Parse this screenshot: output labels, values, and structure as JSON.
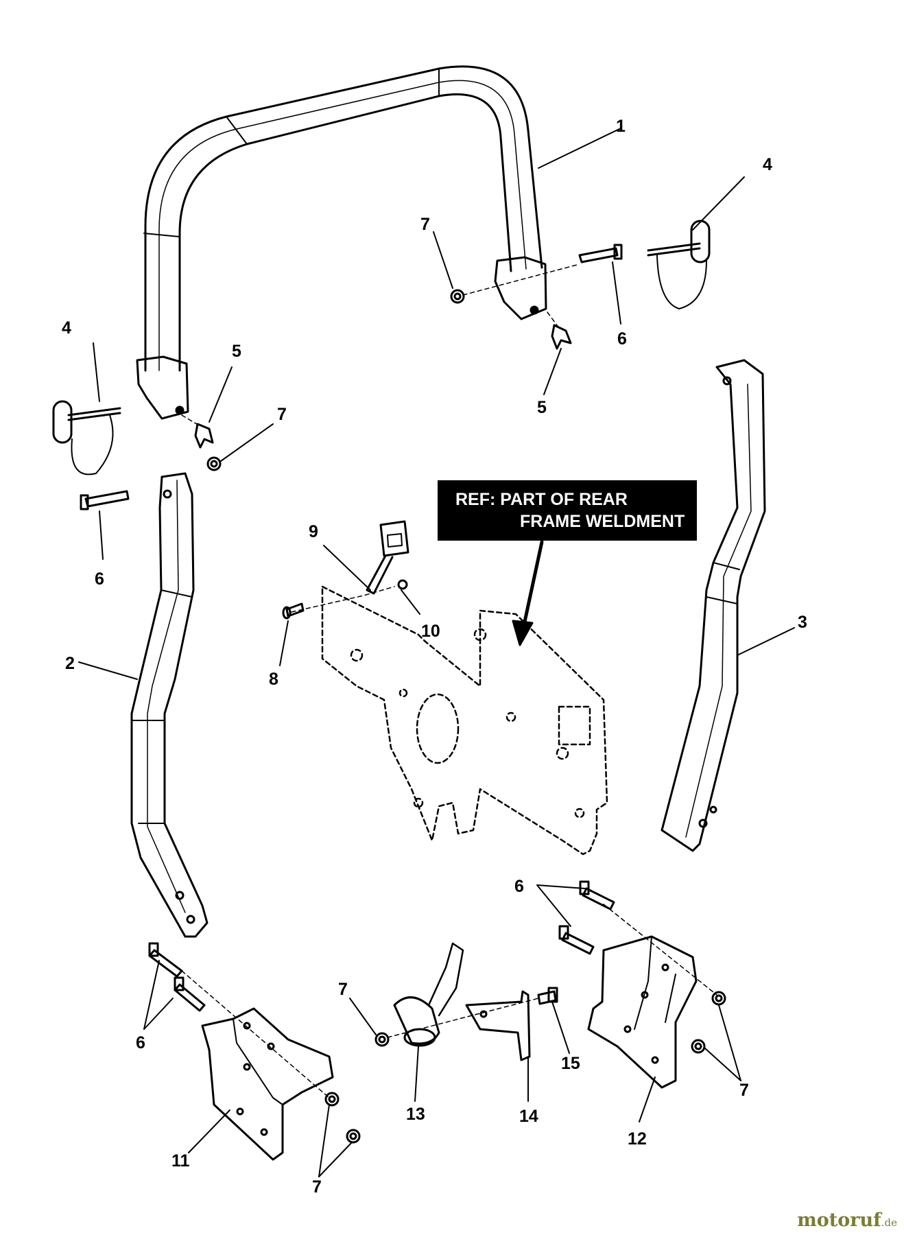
{
  "reference_note": {
    "line1": "REF: PART OF REAR",
    "line2": "FRAME WELDMENT"
  },
  "callouts": [
    {
      "id": "label-1",
      "text": "1"
    },
    {
      "id": "label-2",
      "text": "2"
    },
    {
      "id": "label-3",
      "text": "3"
    },
    {
      "id": "label-4-right",
      "text": "4"
    },
    {
      "id": "label-4-left",
      "text": "4"
    },
    {
      "id": "label-5-left",
      "text": "5"
    },
    {
      "id": "label-5-right",
      "text": "5"
    },
    {
      "id": "label-6-top",
      "text": "6"
    },
    {
      "id": "label-6-left",
      "text": "6"
    },
    {
      "id": "label-6-lower-right",
      "text": "6"
    },
    {
      "id": "label-6-lower-left",
      "text": "6"
    },
    {
      "id": "label-7-top",
      "text": "7"
    },
    {
      "id": "label-7-left",
      "text": "7"
    },
    {
      "id": "label-7-center",
      "text": "7"
    },
    {
      "id": "label-7-right",
      "text": "7"
    },
    {
      "id": "label-7-bottom",
      "text": "7"
    },
    {
      "id": "label-8",
      "text": "8"
    },
    {
      "id": "label-9",
      "text": "9"
    },
    {
      "id": "label-10",
      "text": "10"
    },
    {
      "id": "label-11",
      "text": "11"
    },
    {
      "id": "label-12",
      "text": "12"
    },
    {
      "id": "label-13",
      "text": "13"
    },
    {
      "id": "label-14",
      "text": "14"
    },
    {
      "id": "label-15",
      "text": "15"
    }
  ],
  "watermark": {
    "brand": "motoruf",
    "suffix": ".de"
  }
}
